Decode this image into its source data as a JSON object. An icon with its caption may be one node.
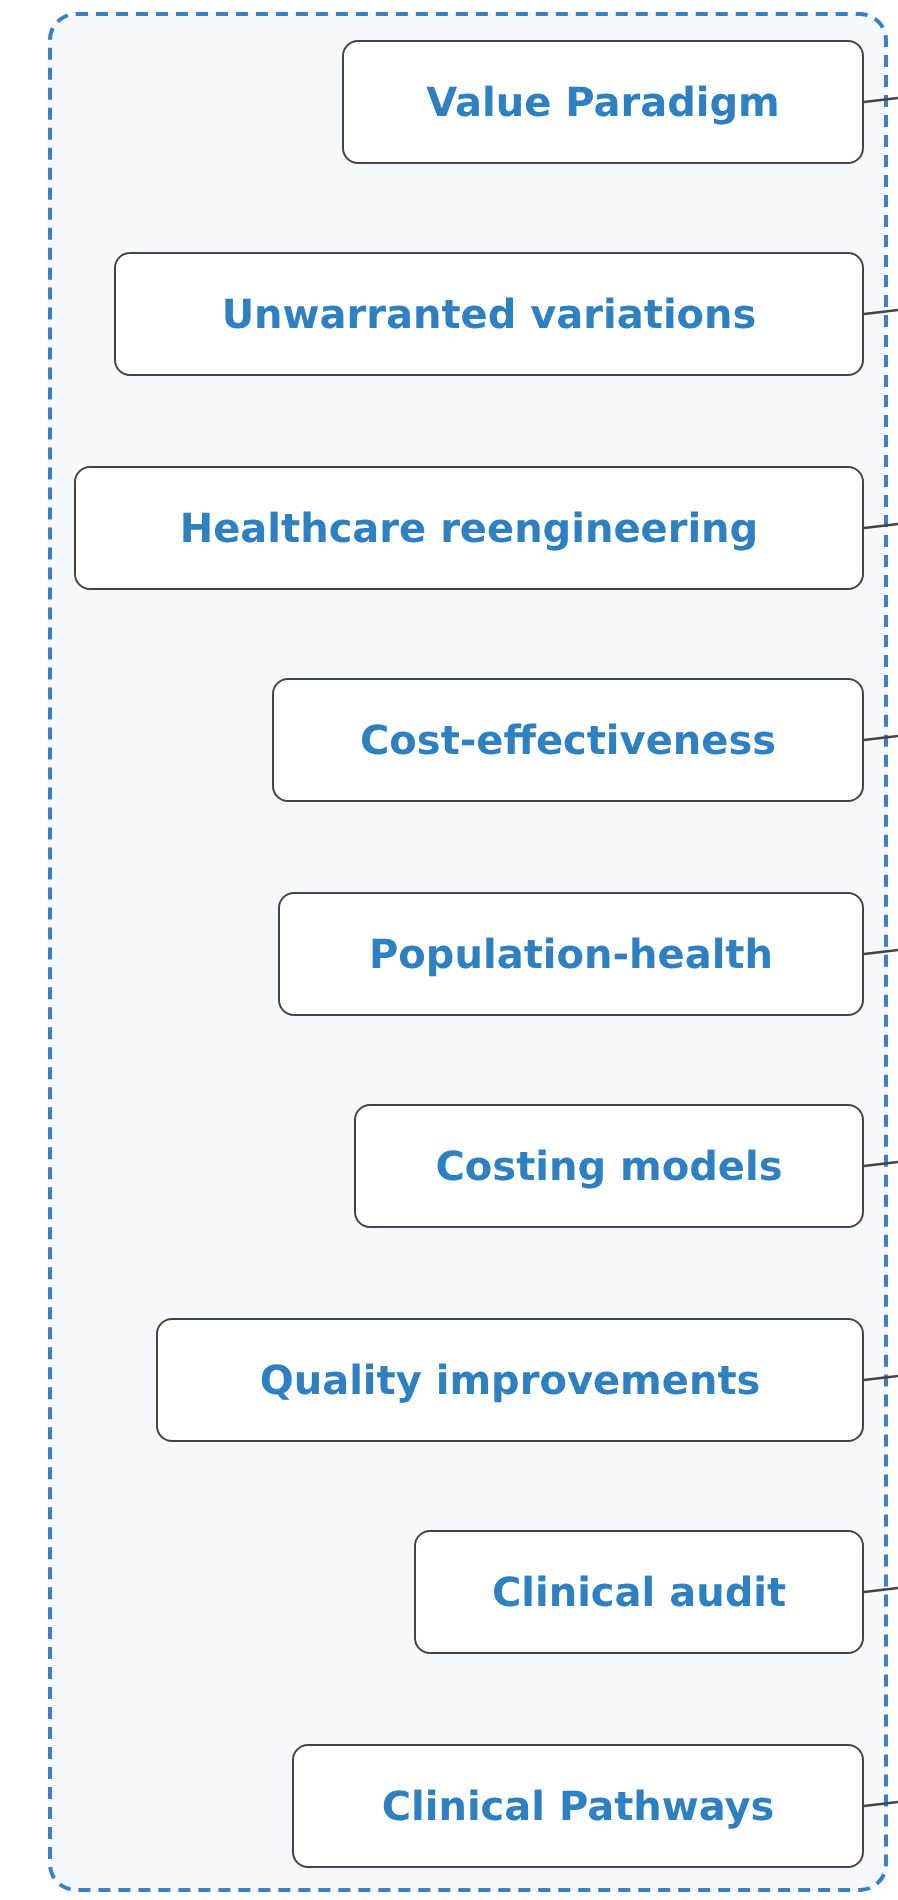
{
  "diagram": {
    "nodes": [
      {
        "text": [],
        "shape": "box"
      },
      {
        "text": [
          "Value Paradigm"
        ],
        "in": 0
      },
      {
        "text": [
          "Unwarranted variations"
        ],
        "in": 0
      },
      {
        "text": [
          "Healthcare reengineering"
        ],
        "in": 0
      },
      {
        "text": [
          "Cost-effectiveness"
        ],
        "in": 0
      },
      {
        "text": [
          "Population-health"
        ],
        "in": 0
      },
      {
        "text": [
          "Costing models"
        ],
        "in": 0
      },
      {
        "text": [
          "Quality improvements"
        ],
        "in": 0
      },
      {
        "text": [
          "Clinical audit"
        ],
        "in": 0
      },
      {
        "text": [
          "Clinical Pathways"
        ],
        "in": 0
      }
    ],
    "edges": [
      {
        "from": 1,
        "to": null,
        "arrow": "none"
      },
      {
        "from": 2,
        "to": null,
        "arrow": "none"
      },
      {
        "from": 3,
        "to": null,
        "arrow": "none"
      },
      {
        "from": 4,
        "to": null,
        "arrow": "none"
      },
      {
        "from": 5,
        "to": null,
        "arrow": "none"
      },
      {
        "from": 6,
        "to": null,
        "arrow": "none"
      },
      {
        "from": 7,
        "to": null,
        "arrow": "none"
      },
      {
        "from": 8,
        "to": null,
        "arrow": "none"
      },
      {
        "from": 9,
        "to": null,
        "arrow": "none"
      }
    ]
  }
}
